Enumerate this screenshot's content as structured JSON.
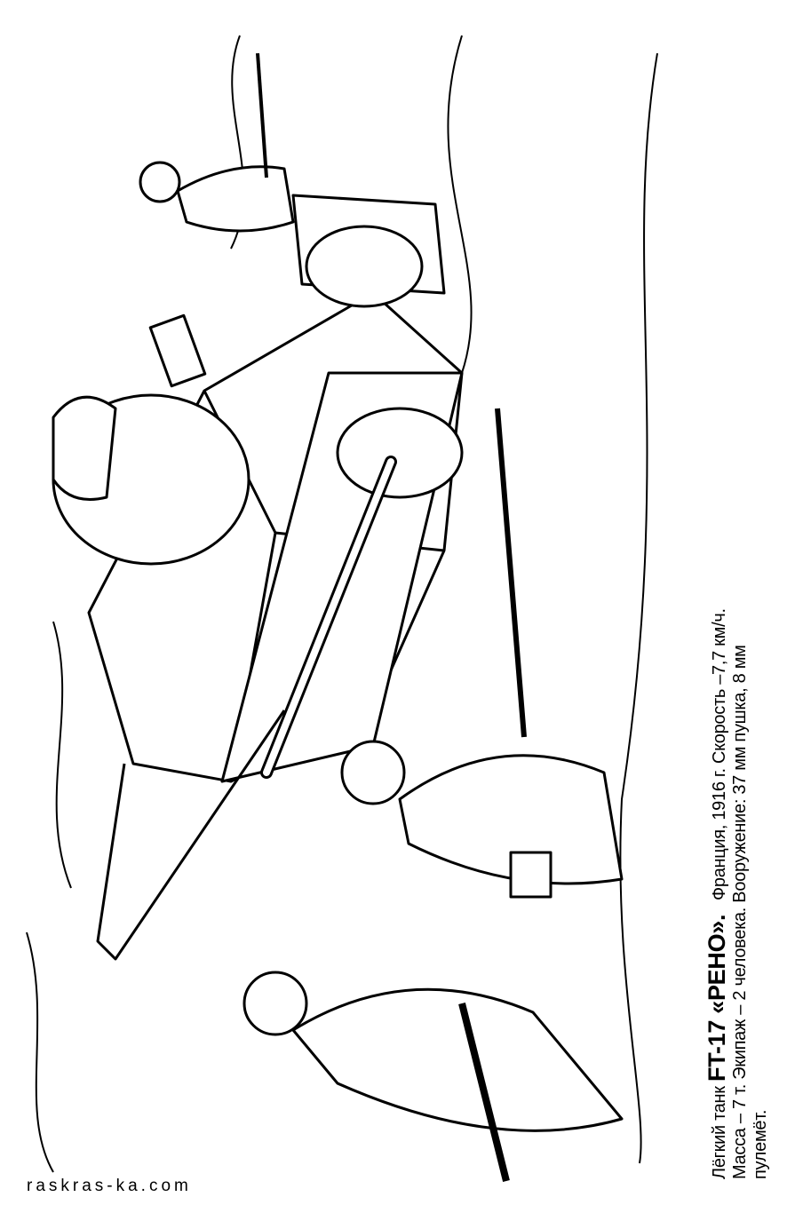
{
  "caption": {
    "prefix": "Лёгкий танк",
    "title": "FT-17 «РЕНО».",
    "line1_rest": "Франция, 1916 г. Скорость –7,7 км/ч.",
    "line2": "Масса – 7 т. Экипаж – 2 человека.  Вооружение: 37 мм пушка, 8 мм",
    "line3": "пулемёт."
  },
  "watermark": "raskras-ka.com",
  "colors": {
    "ink": "#000000",
    "paper": "#ffffff"
  }
}
